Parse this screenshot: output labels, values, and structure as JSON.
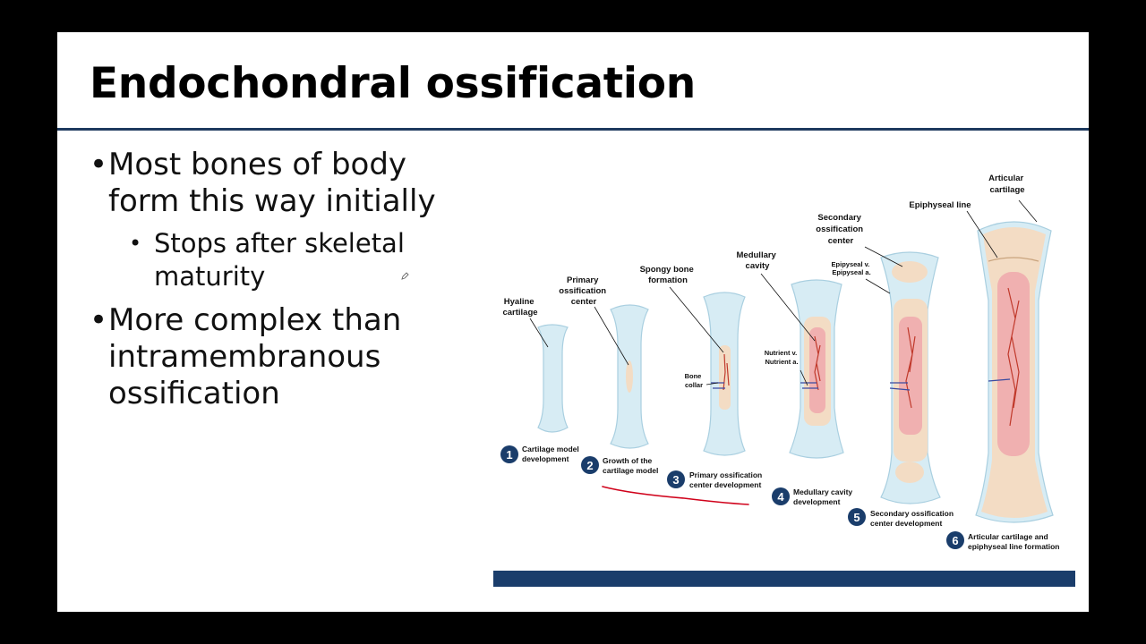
{
  "slide": {
    "title": "Endochondral ossification",
    "bullets": [
      {
        "text": "Most bones of body form this way initially",
        "sub": [
          "Stops after skeletal maturity"
        ]
      },
      {
        "text": "More complex than intramembranous ossification",
        "sub": []
      }
    ]
  },
  "figure": {
    "labels": {
      "hyaline": [
        "Hyaline",
        "cartilage"
      ],
      "primary_center": [
        "Primary",
        "ossification",
        "center"
      ],
      "spongy": [
        "Spongy bone",
        "formation"
      ],
      "bone_collar": [
        "Bone",
        "collar"
      ],
      "medullary": [
        "Medullary",
        "cavity"
      ],
      "nutrient": [
        "Nutrient v.",
        "Nutrient a."
      ],
      "secondary_center": [
        "Secondary",
        "ossification",
        "center"
      ],
      "epipyseal": [
        "Epipyseal v.",
        "Epipyseal a."
      ],
      "epiphyseal_line": "Epiphyseal line",
      "articular": [
        "Articular",
        "cartilage"
      ]
    },
    "stages": [
      {
        "num": "1",
        "lines": [
          "Cartilage model",
          "development"
        ]
      },
      {
        "num": "2",
        "lines": [
          "Growth of the",
          "cartilage model"
        ]
      },
      {
        "num": "3",
        "lines": [
          "Primary ossification",
          "center development"
        ]
      },
      {
        "num": "4",
        "lines": [
          "Medullary cavity",
          "development"
        ]
      },
      {
        "num": "5",
        "lines": [
          "Secondary ossification",
          "center development"
        ]
      },
      {
        "num": "6",
        "lines": [
          "Articular cartilage and",
          "epiphyseal line formation"
        ]
      }
    ]
  },
  "colors": {
    "accent": "#1e3a5f",
    "bar": "#1a3d6b",
    "cartilage": "#d7ecf4",
    "bone": "#f3dcc4",
    "marrow": "#f0b0b0",
    "vessel": "#c0392b",
    "annotation": "#d0021b"
  },
  "icons": [
    "pen-cursor-icon"
  ]
}
